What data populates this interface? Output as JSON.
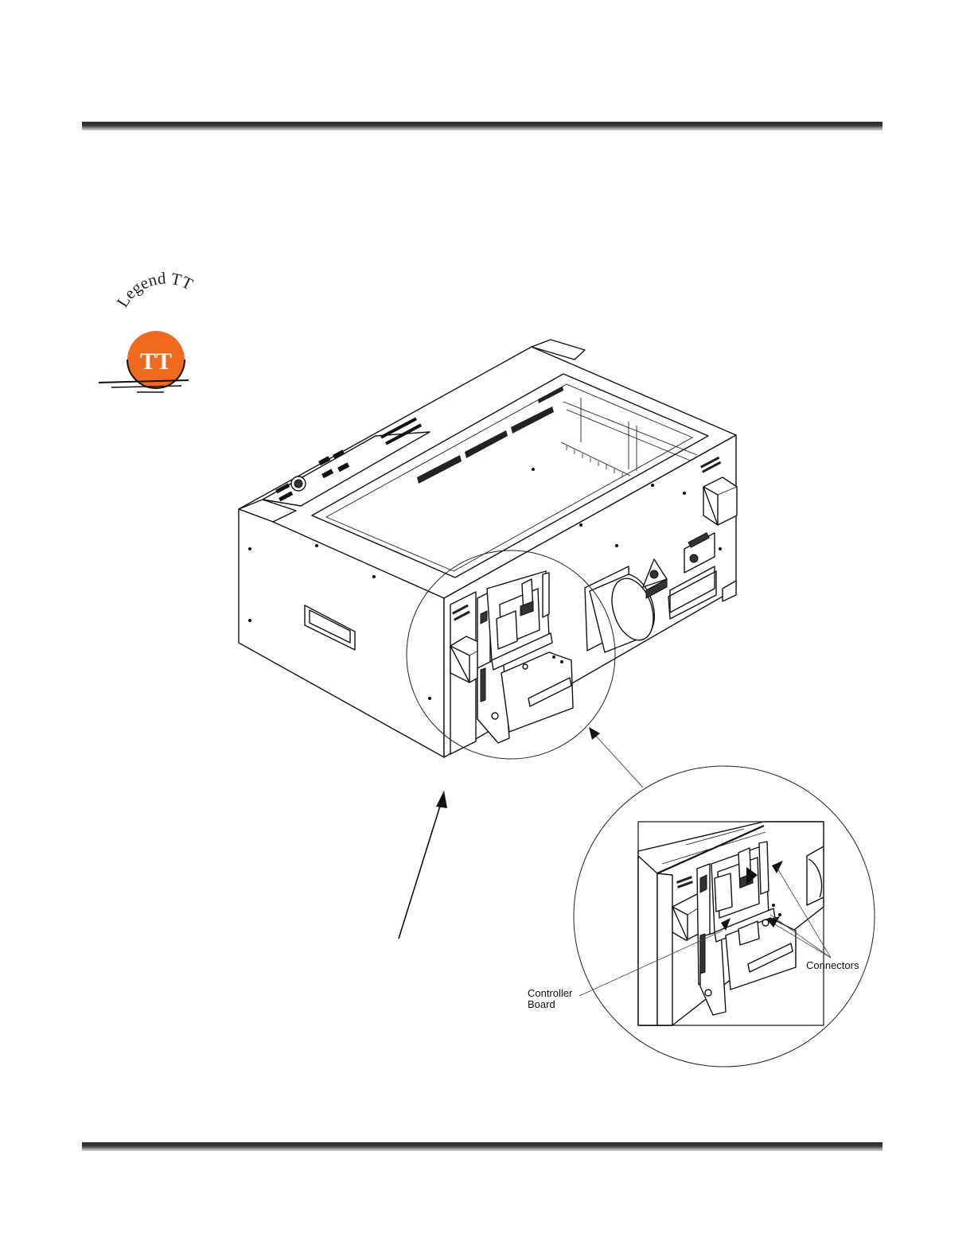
{
  "logo": {
    "text": "Legend TT",
    "monogram": "TT",
    "accent_color": "#ef6a1e"
  },
  "diagram": {
    "callouts": {
      "controller_board": [
        "Controller",
        "Board"
      ],
      "connectors": "Connectors"
    }
  },
  "colors": {
    "rule_dark": "#2b2b2b",
    "rule_light": "#cfcfcf",
    "line": "#111111"
  }
}
